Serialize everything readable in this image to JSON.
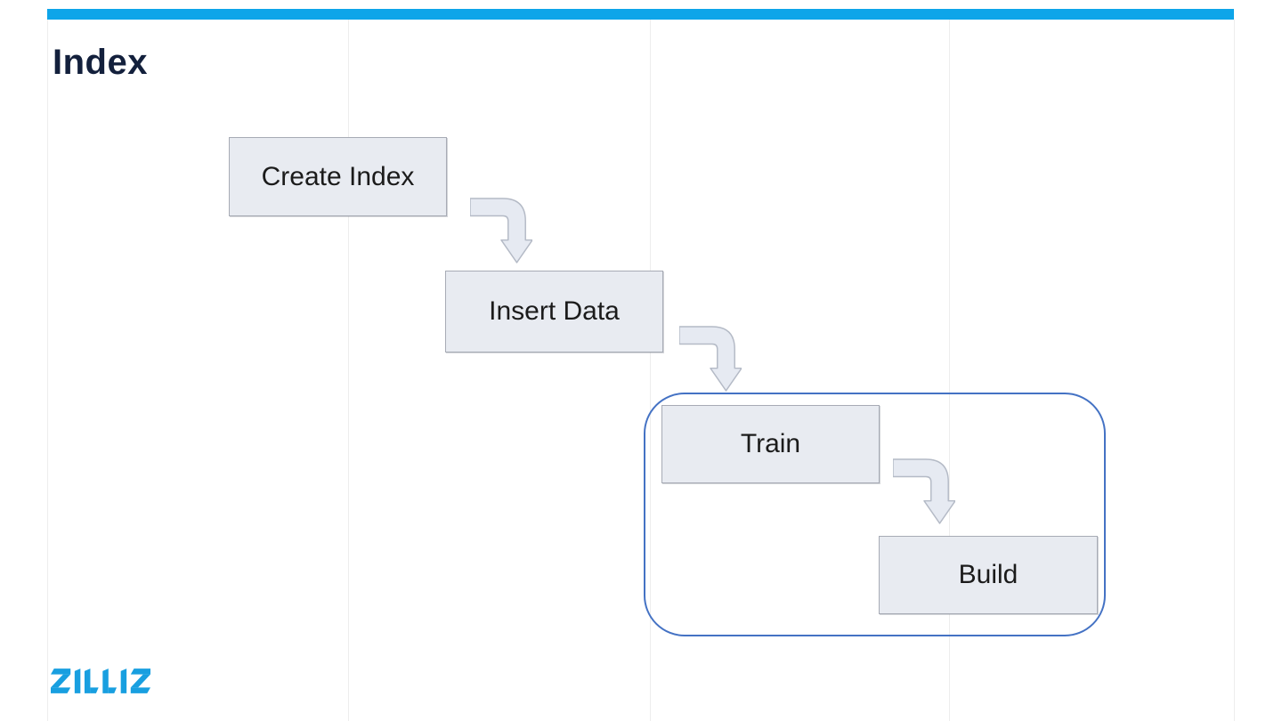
{
  "slide": {
    "title": "Index"
  },
  "diagram": {
    "nodes": [
      {
        "id": "create-index",
        "label": "Create Index"
      },
      {
        "id": "insert-data",
        "label": "Insert Data"
      },
      {
        "id": "train",
        "label": "Train"
      },
      {
        "id": "build",
        "label": "Build"
      }
    ],
    "flow": "Create Index -> Insert Data -> [ Train -> Build ]",
    "group_contains": [
      "Train",
      "Build"
    ],
    "arrow_icon": "bent-arrow-down"
  },
  "footer": {
    "logo_text": "ZILLIZ"
  },
  "theme": {
    "accent_bar": "#0ea5e9",
    "title_color": "#13203c",
    "node_fill": "#e8ebf1",
    "node_border": "#a7abb5",
    "node_text": "#1b1b1b",
    "arrow_fill": "#e6eaf2",
    "arrow_stroke": "#b4bac6",
    "group_border": "#4472c4",
    "grid_line": "#ededed",
    "logo_blue": "#189fe0"
  }
}
